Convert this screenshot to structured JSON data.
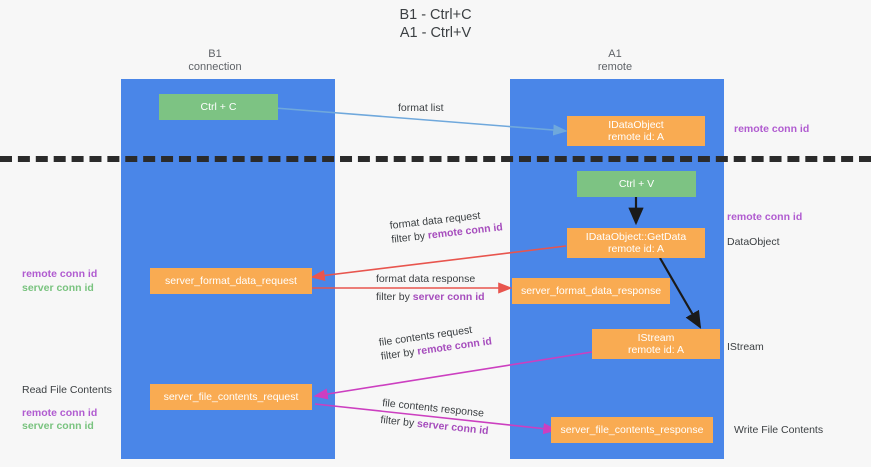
{
  "title": {
    "line1": "B1 - Ctrl+C",
    "line2": "A1 - Ctrl+V"
  },
  "columns": [
    {
      "name": "B1",
      "role": "connection"
    },
    {
      "name": "A1",
      "role": "remote"
    }
  ],
  "boxes": {
    "ctrl_c": {
      "label": "Ctrl + C",
      "color": "#7dc383"
    },
    "idataobject": {
      "line1": "IDataObject",
      "line2": "remote id: A",
      "color": "#f9ab52"
    },
    "ctrl_v": {
      "label": "Ctrl + V",
      "color": "#7dc383"
    },
    "getdata": {
      "line1": "IDataObject::GetData",
      "line2": "remote id: A",
      "color": "#f9ab52"
    },
    "format_req": {
      "label": "server_format_data_request",
      "color": "#f9ab52"
    },
    "format_resp": {
      "label": "server_format_data_response",
      "color": "#f9ab52"
    },
    "istream": {
      "line1": "IStream",
      "line2": "remote id: A",
      "color": "#f9ab52"
    },
    "file_req": {
      "label": "server_file_contents_request",
      "color": "#f9ab52"
    },
    "file_resp": {
      "label": "server_file_contents_response",
      "color": "#f9ab52"
    }
  },
  "edges": {
    "format_list": {
      "text": "format list"
    },
    "format_data_request": {
      "line1": "format data request",
      "line2_prefix": "filter by ",
      "line2_key": "remote conn id"
    },
    "format_data_response": {
      "line1": "format data response",
      "line2_prefix": "filter by ",
      "line2_key": "server conn id"
    },
    "file_contents_request": {
      "line1": "file contents request",
      "line2_prefix": "filter by ",
      "line2_key": "remote conn id"
    },
    "file_contents_response": {
      "line1": "file contents response",
      "line2_prefix": "filter by ",
      "line2_key": "server conn id"
    }
  },
  "annotations": {
    "left_mid": {
      "remote": "remote conn id",
      "server": "server conn id"
    },
    "left_bottom": {
      "title": "Read File Contents",
      "remote": "remote conn id",
      "server": "server conn id"
    },
    "right_top": {
      "remote": "remote conn id"
    },
    "right_getdata": {
      "remote": "remote conn id",
      "plain": "DataObject"
    },
    "right_istream": {
      "plain": "IStream"
    },
    "right_write": {
      "plain": "Write File Contents"
    }
  },
  "colors": {
    "lane": "#4a86e8",
    "orange": "#f9ab52",
    "green": "#7dc383",
    "purple": "#a64dbd",
    "red_arrow": "#e8554e",
    "magenta_arrow": "#cc3fc0",
    "blue_arrow": "#6fa8dc",
    "black_arrow": "#1a1a1a",
    "divider": "#2b2b2b",
    "background": "#f7f7f7"
  }
}
